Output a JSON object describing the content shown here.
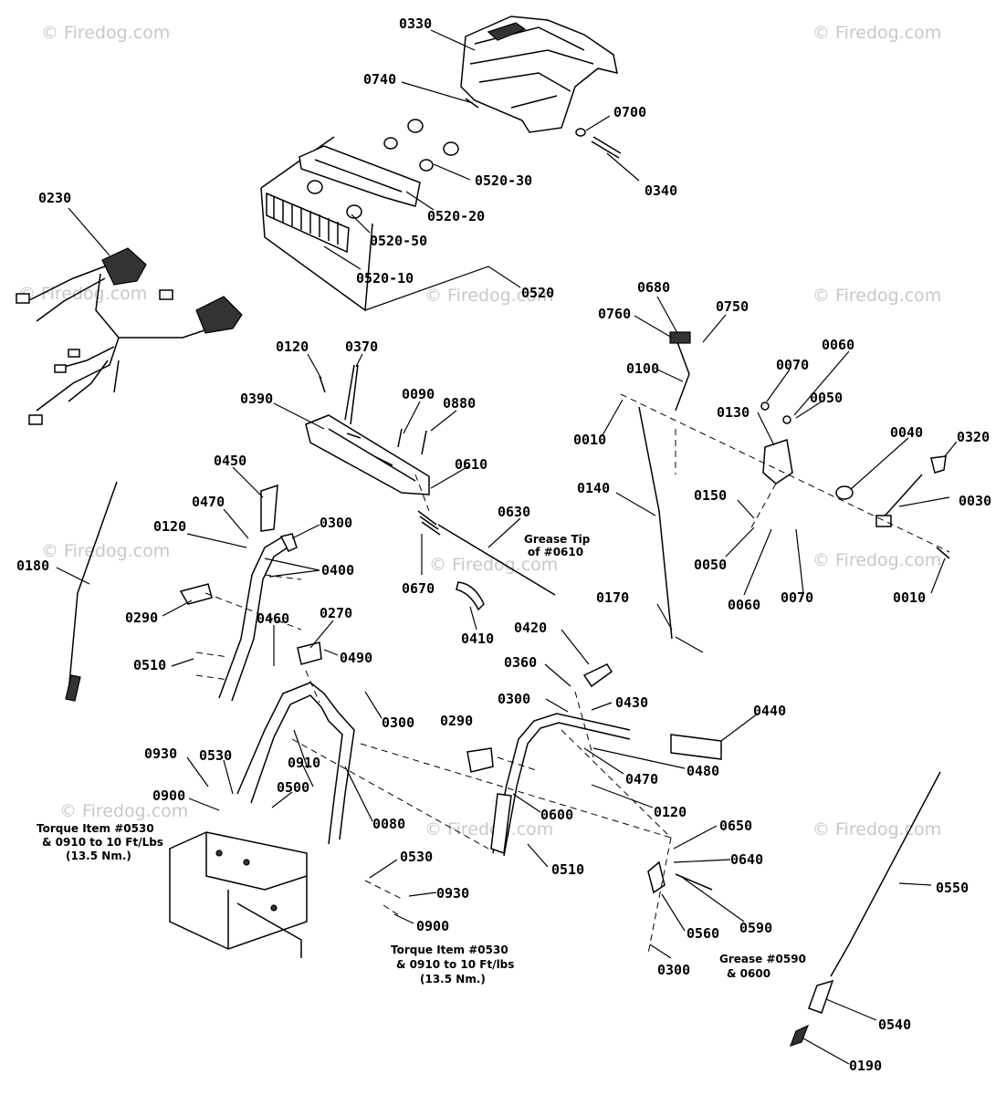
{
  "watermark": "© Firedog.com",
  "part_labels": [
    "0330",
    "0740",
    "0700",
    "0340",
    "0520-30",
    "0520-20",
    "0520-50",
    "0520-10",
    "0520",
    "0230",
    "0680",
    "0750",
    "0760",
    "0100",
    "0060",
    "0070",
    "0050",
    "0010",
    "0130",
    "0040",
    "0320",
    "0030",
    "0150",
    "0140",
    "0120",
    "0370",
    "0390",
    "0090",
    "0880",
    "0610",
    "0630",
    "0670",
    "0410",
    "0450",
    "0470",
    "0300",
    "0400",
    "0180",
    "0290",
    "0460",
    "0270",
    "0490",
    "0510",
    "0910",
    "0930",
    "0530",
    "0900",
    "0500",
    "0080",
    "0420",
    "0360",
    "0430",
    "0440",
    "0480",
    "0600",
    "0640",
    "0650",
    "0590",
    "0560",
    "0550",
    "0540",
    "0190",
    "0170"
  ],
  "notes": {
    "grease_610_line1": "Grease Tip",
    "grease_610_line2": "of #0610",
    "torque_left_line1": "Torque Item #0530",
    "torque_left_line2": "& 0910 to 10 Ft/Lbs",
    "torque_left_line3": "(13.5 Nm.)",
    "torque_bottom_line1": "Torque Item #0530",
    "torque_bottom_line2": "& 0910 to 10 Ft/lbs",
    "torque_bottom_line3": "(13.5 Nm.)",
    "grease_590_line1": "Grease #0590",
    "grease_590_line2": "& 0600"
  }
}
